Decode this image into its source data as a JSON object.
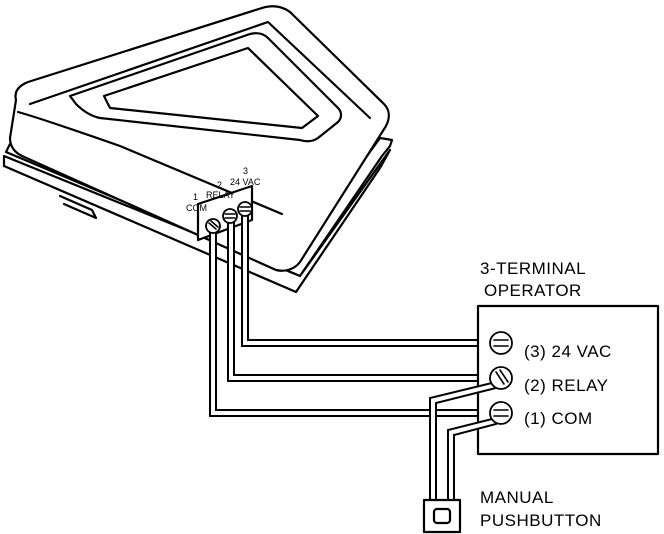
{
  "receiver": {
    "terminals": [
      {
        "number": "1",
        "label": "COM"
      },
      {
        "number": "2",
        "label": "RELAY"
      },
      {
        "number": "3",
        "label": "24 VAC"
      }
    ]
  },
  "operator": {
    "title_line1": "3-TERMINAL",
    "title_line2": "OPERATOR",
    "terminals": [
      {
        "label": "(3) 24 VAC"
      },
      {
        "label": "(2) RELAY"
      },
      {
        "label": "(1) COM"
      }
    ]
  },
  "pushbutton": {
    "label_line1": "MANUAL",
    "label_line2": "PUSHBUTTON"
  }
}
